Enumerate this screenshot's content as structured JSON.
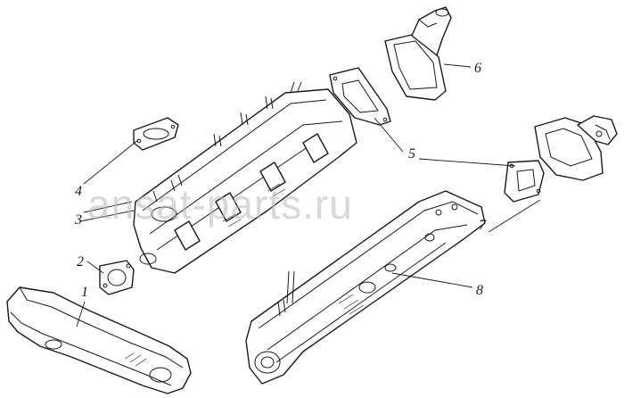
{
  "callouts": {
    "c1": "1",
    "c2": "2",
    "c3": "3",
    "c4": "4",
    "c5": "5",
    "c6": "6",
    "c7": "7",
    "c8": "8"
  },
  "watermark": "ansat-parts.ru"
}
